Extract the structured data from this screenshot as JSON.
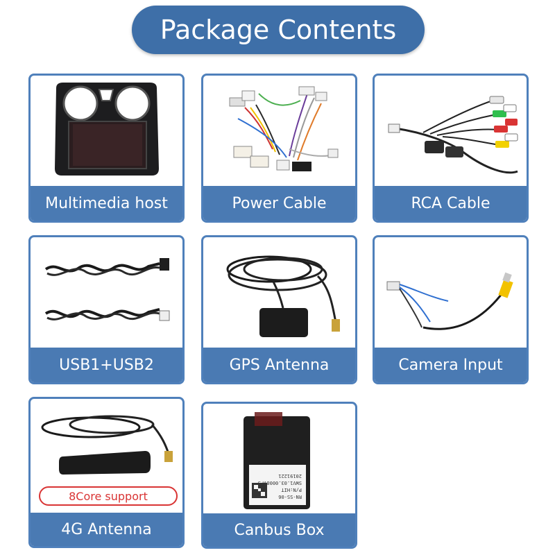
{
  "header": {
    "title": "Package Contents"
  },
  "items": [
    {
      "label": "Multimedia host"
    },
    {
      "label": "Power Cable"
    },
    {
      "label": "RCA Cable"
    },
    {
      "label": "USB1+USB2"
    },
    {
      "label": "GPS Antenna"
    },
    {
      "label": "Camera Input"
    },
    {
      "label": "4G Antenna",
      "badge": "8Core support"
    },
    {
      "label": "Canbus Box",
      "sticker_lines": [
        "RN-SS-06",
        "P/N:HIT",
        "SWV1.03.0008VPS",
        "20191221"
      ]
    }
  ],
  "colors": {
    "title_bg": "#3e6fa8",
    "card_border": "#4f80bb",
    "label_bg": "#4a7ab3",
    "badge_red": "#d93434"
  }
}
